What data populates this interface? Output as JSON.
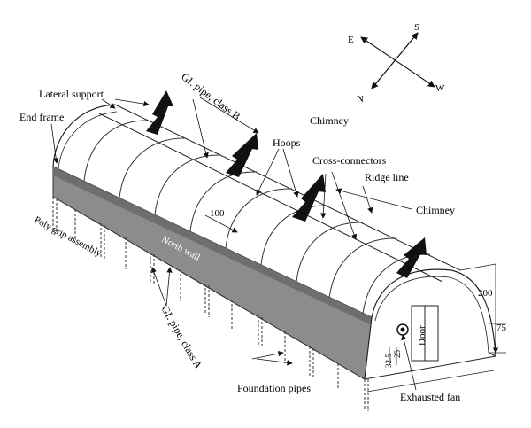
{
  "compass": {
    "e": "E",
    "s": "S",
    "n": "N",
    "w": "W"
  },
  "labels": {
    "lateral_support": "Lateral support",
    "end_frame": "End frame",
    "gi_pipe_b": "GI. pipe, class B",
    "chimney_top": "Chimney",
    "hoops": "Hoops",
    "cross_connectors": "Cross-connectors",
    "ridge_line": "Ridge line",
    "chimney_right": "Chimney",
    "poly_grip": "Poly grip assembly",
    "north_wall": "North wall",
    "gi_pipe_a": "GI. pipe, class A",
    "foundation_pipes": "Foundation pipes",
    "exhausted_fan": "Exhausted fan",
    "door": "Door"
  },
  "dimensions": {
    "d100": "100",
    "d200": "200",
    "d75": "75",
    "d325": "32.5",
    "d25": "25"
  }
}
